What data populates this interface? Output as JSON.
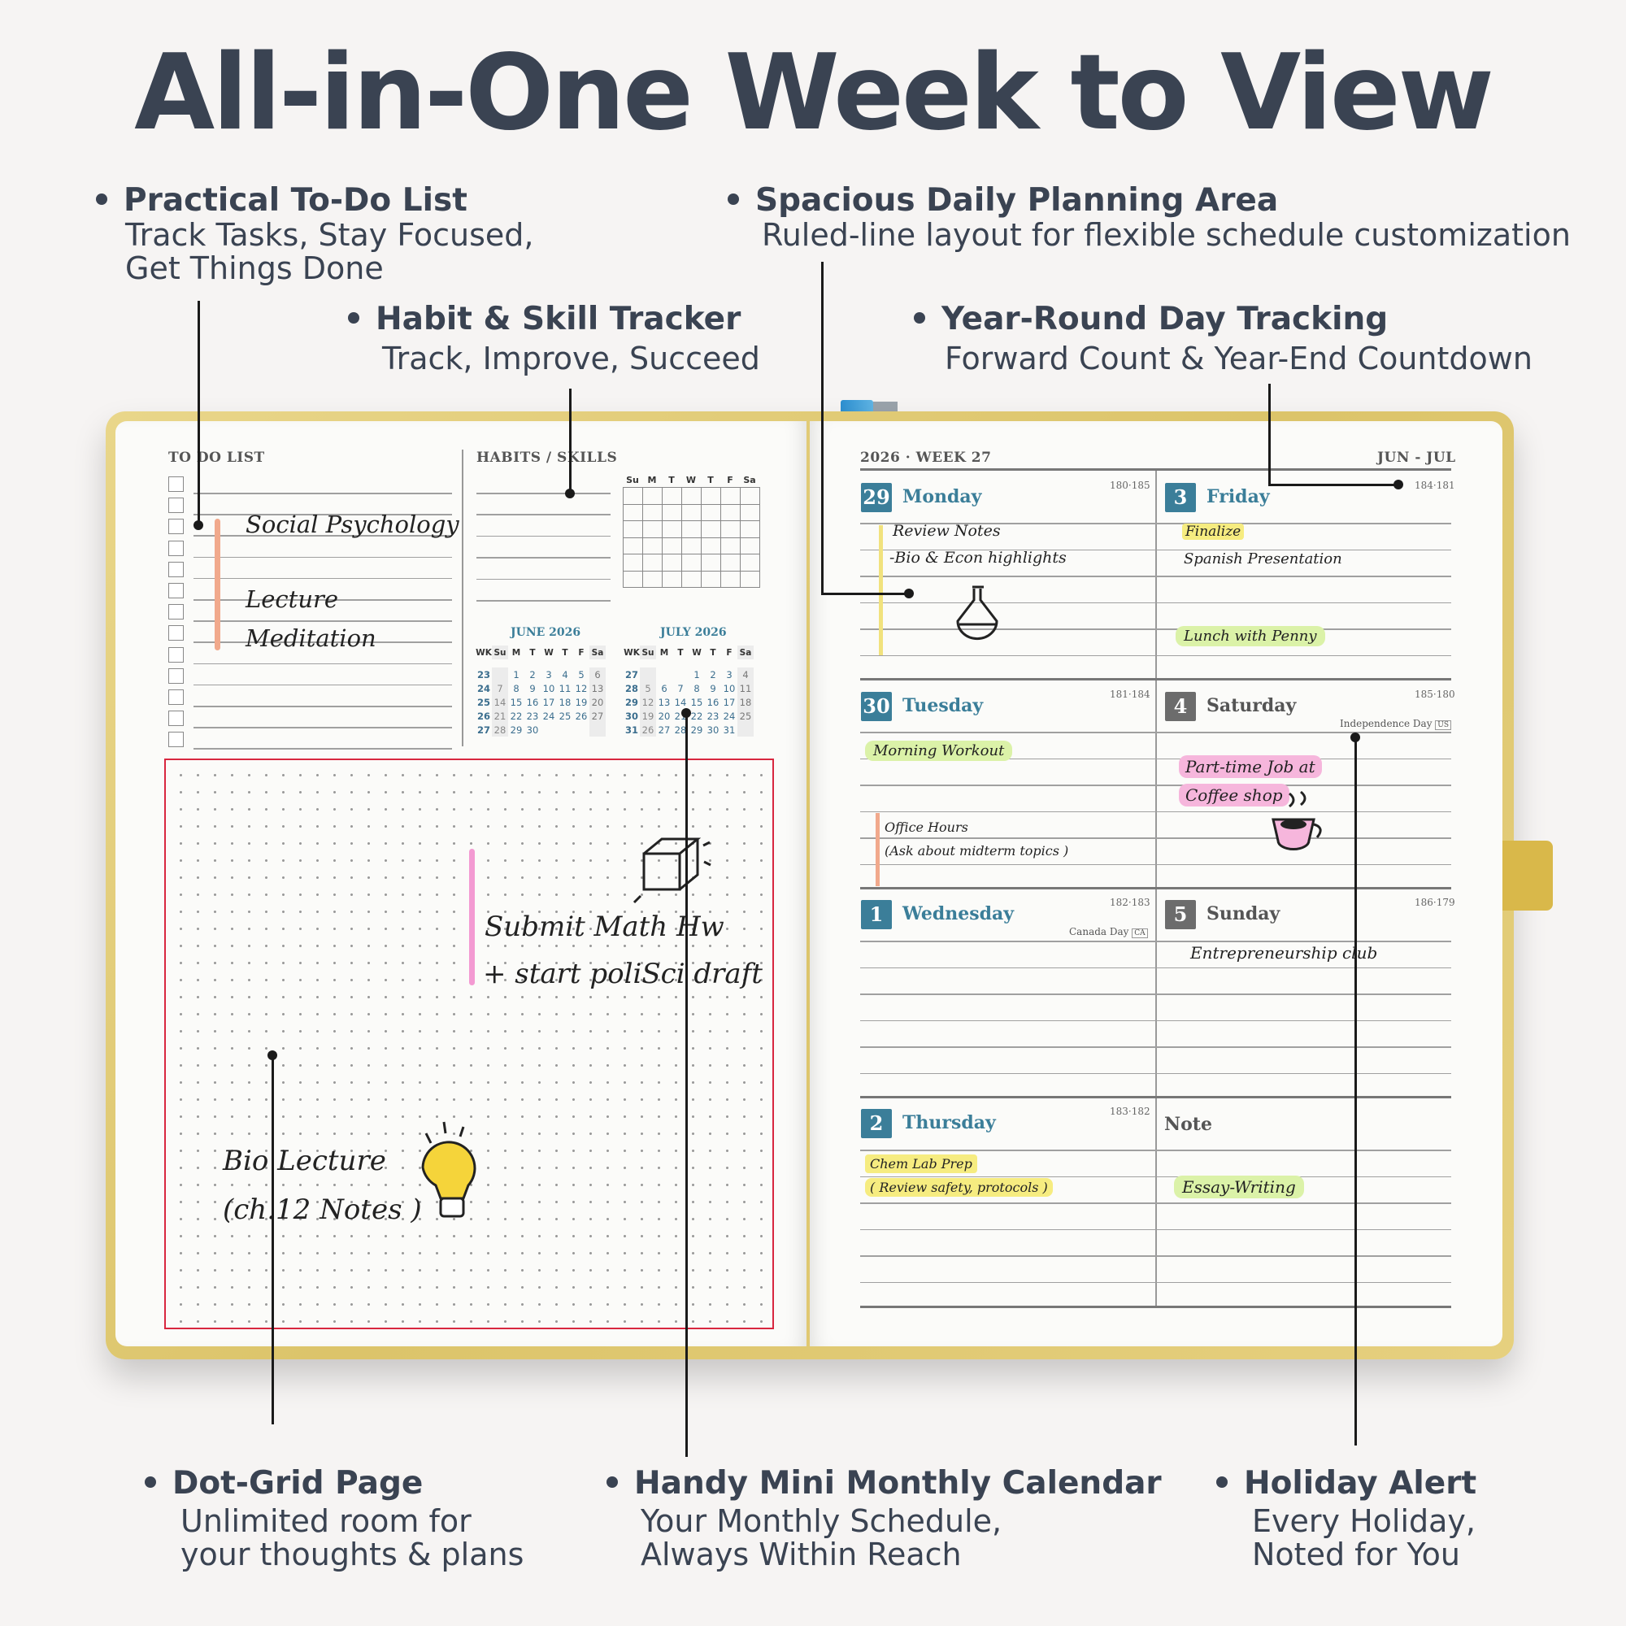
{
  "title": "All-in-One Week to View",
  "callouts": {
    "todo": {
      "title": "Practical To-Do List",
      "line1": "Track Tasks, Stay Focused,",
      "line2": "Get Things Done"
    },
    "daily": {
      "title": "Spacious Daily Planning Area",
      "line1": "Ruled-line layout for flexible schedule customization"
    },
    "habit": {
      "title": "Habit & Skill Tracker",
      "line1": "Track, Improve, Succeed"
    },
    "yearround": {
      "title": "Year-Round Day Tracking",
      "line1": "Forward Count & Year-End Countdown"
    },
    "dotgrid": {
      "title": "Dot-Grid Page",
      "line1": "Unlimited room for",
      "line2": "your thoughts & plans"
    },
    "minical": {
      "title": "Handy Mini Monthly Calendar",
      "line1": "Your Monthly Schedule,",
      "line2": "Always Within Reach"
    },
    "holiday": {
      "title": "Holiday Alert",
      "line1": "Every Holiday,",
      "line2": "Noted for You"
    }
  },
  "left_page": {
    "todo_label": "TO DO LIST",
    "habits_label": "HABITS / SKILLS",
    "todo_items": [
      "Social Psychology",
      "Lecture",
      "Meditation"
    ],
    "habit_days": [
      "Su",
      "M",
      "T",
      "W",
      "T",
      "F",
      "Sa"
    ],
    "dotgrid_notes": {
      "math1": "Submit Math Hw",
      "math2": "+ start poliSci draft",
      "bio1": "Bio Lecture",
      "bio2": "(ch.12 Notes )"
    }
  },
  "mini_calendars": [
    {
      "title": "JUNE 2026",
      "headers": [
        "WK",
        "Su",
        "M",
        "T",
        "W",
        "T",
        "F",
        "Sa"
      ],
      "rows": [
        [
          "23",
          "",
          "1",
          "2",
          "3",
          "4",
          "5",
          "6"
        ],
        [
          "24",
          "7",
          "8",
          "9",
          "10",
          "11",
          "12",
          "13"
        ],
        [
          "25",
          "14",
          "15",
          "16",
          "17",
          "18",
          "19",
          "20"
        ],
        [
          "26",
          "21",
          "22",
          "23",
          "24",
          "25",
          "26",
          "27"
        ],
        [
          "27",
          "28",
          "29",
          "30",
          "",
          "",
          "",
          ""
        ]
      ]
    },
    {
      "title": "JULY 2026",
      "headers": [
        "WK",
        "Su",
        "M",
        "T",
        "W",
        "T",
        "F",
        "Sa"
      ],
      "rows": [
        [
          "27",
          "",
          "",
          "",
          "1",
          "2",
          "3",
          "4"
        ],
        [
          "28",
          "5",
          "6",
          "7",
          "8",
          "9",
          "10",
          "11"
        ],
        [
          "29",
          "12",
          "13",
          "14",
          "15",
          "16",
          "17",
          "18"
        ],
        [
          "30",
          "19",
          "20",
          "21",
          "22",
          "23",
          "24",
          "25"
        ],
        [
          "31",
          "26",
          "27",
          "28",
          "29",
          "30",
          "31",
          ""
        ]
      ]
    }
  ],
  "right_page": {
    "week_label": "2026 · WEEK 27",
    "month_label": "JUN - JUL",
    "days": {
      "monday": {
        "num": "29",
        "name": "Monday",
        "count": "180·185",
        "notes": [
          "Review Notes",
          "-Bio & Econ highlights"
        ]
      },
      "tuesday": {
        "num": "30",
        "name": "Tuesday",
        "count": "181·184",
        "notes": [
          "Morning Workout",
          "Office Hours",
          "(Ask about midterm topics )"
        ]
      },
      "wednesday": {
        "num": "1",
        "name": "Wednesday",
        "count": "182·183",
        "holiday": "Canada Day",
        "holiday_tag": "CA"
      },
      "thursday": {
        "num": "2",
        "name": "Thursday",
        "count": "183·182",
        "notes": [
          "Chem Lab Prep",
          "( Review safety, protocols )"
        ]
      },
      "friday": {
        "num": "3",
        "name": "Friday",
        "count": "184·181",
        "notes": [
          "Finalize",
          "Spanish Presentation",
          "Lunch with Penny"
        ]
      },
      "saturday": {
        "num": "4",
        "name": "Saturday",
        "count": "185·180",
        "holiday": "Independence Day",
        "holiday_tag": "US",
        "notes": [
          "Part-time Job at",
          "Coffee shop"
        ]
      },
      "sunday": {
        "num": "5",
        "name": "Sunday",
        "count": "186·179",
        "notes": [
          "Entrepreneurship club"
        ]
      },
      "note": {
        "label": "Note",
        "notes": [
          "Essay-Writing"
        ]
      }
    }
  },
  "colors": {
    "accent": "#3b7e99",
    "heading": "#3a4352",
    "cover": "#dcc46a",
    "dotgrid_border": "#d8273f"
  }
}
